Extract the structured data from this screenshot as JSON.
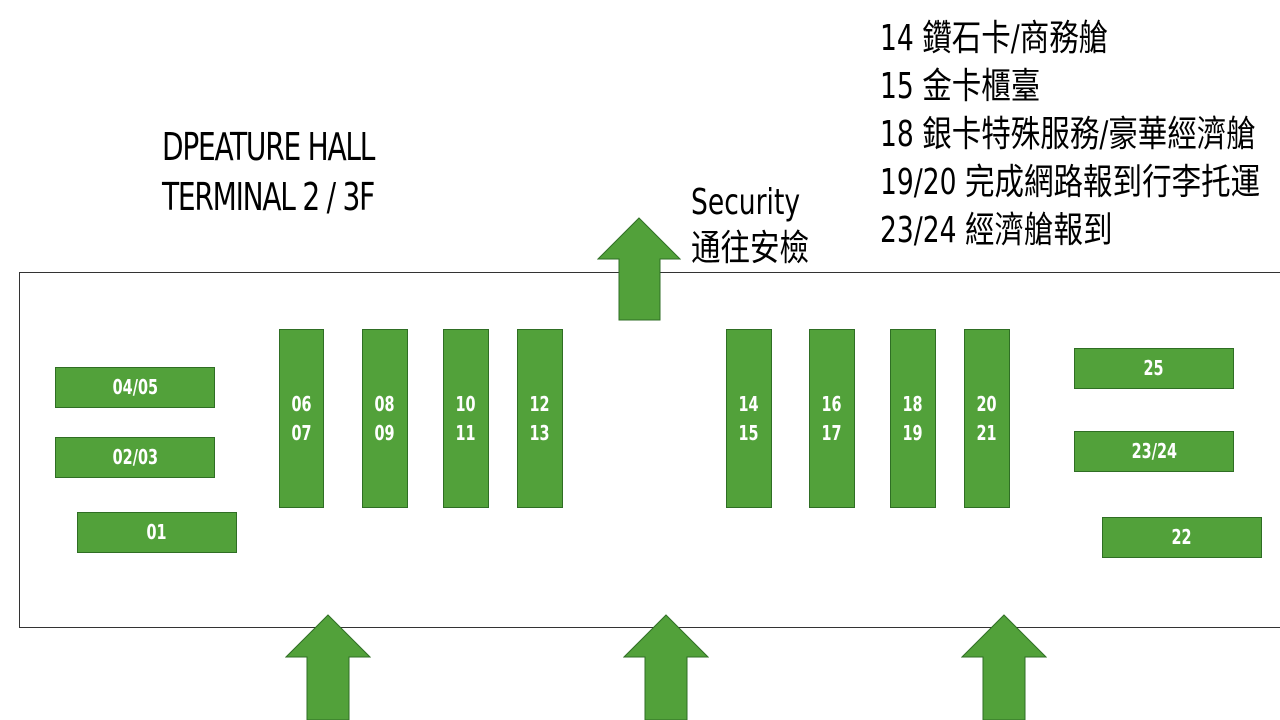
{
  "hall_title": {
    "line1": "DPEATURE HALL",
    "line2": "TERMINAL 2 / 3F"
  },
  "security": {
    "line1": "Security",
    "line2": "通往安檢"
  },
  "legend": [
    "14 鑽石卡/商務艙",
    "15 金卡櫃臺",
    "18 銀卡特殊服務/豪華經濟艙",
    "19/20 完成網路報到行李托運",
    "23/24 經濟艙報到"
  ],
  "counters": {
    "c0405": "04/05",
    "c0203": "02/03",
    "c01": "01",
    "c0607": "06\n07",
    "c0809": "08\n09",
    "c1011": "10\n11",
    "c1213": "12\n13",
    "c1415": "14\n15",
    "c1617": "16\n17",
    "c1819": "18\n19",
    "c2021": "20\n21",
    "c25": "25",
    "c2324": "23/24",
    "c22": "22"
  },
  "colors": {
    "counter_fill": "#52a13a",
    "arrow_fill": "#52a13a",
    "counter_text": "#ffffff"
  },
  "icons": {
    "exit_arrow": "up-arrow-icon",
    "entrance_arrow": "up-arrow-icon"
  }
}
